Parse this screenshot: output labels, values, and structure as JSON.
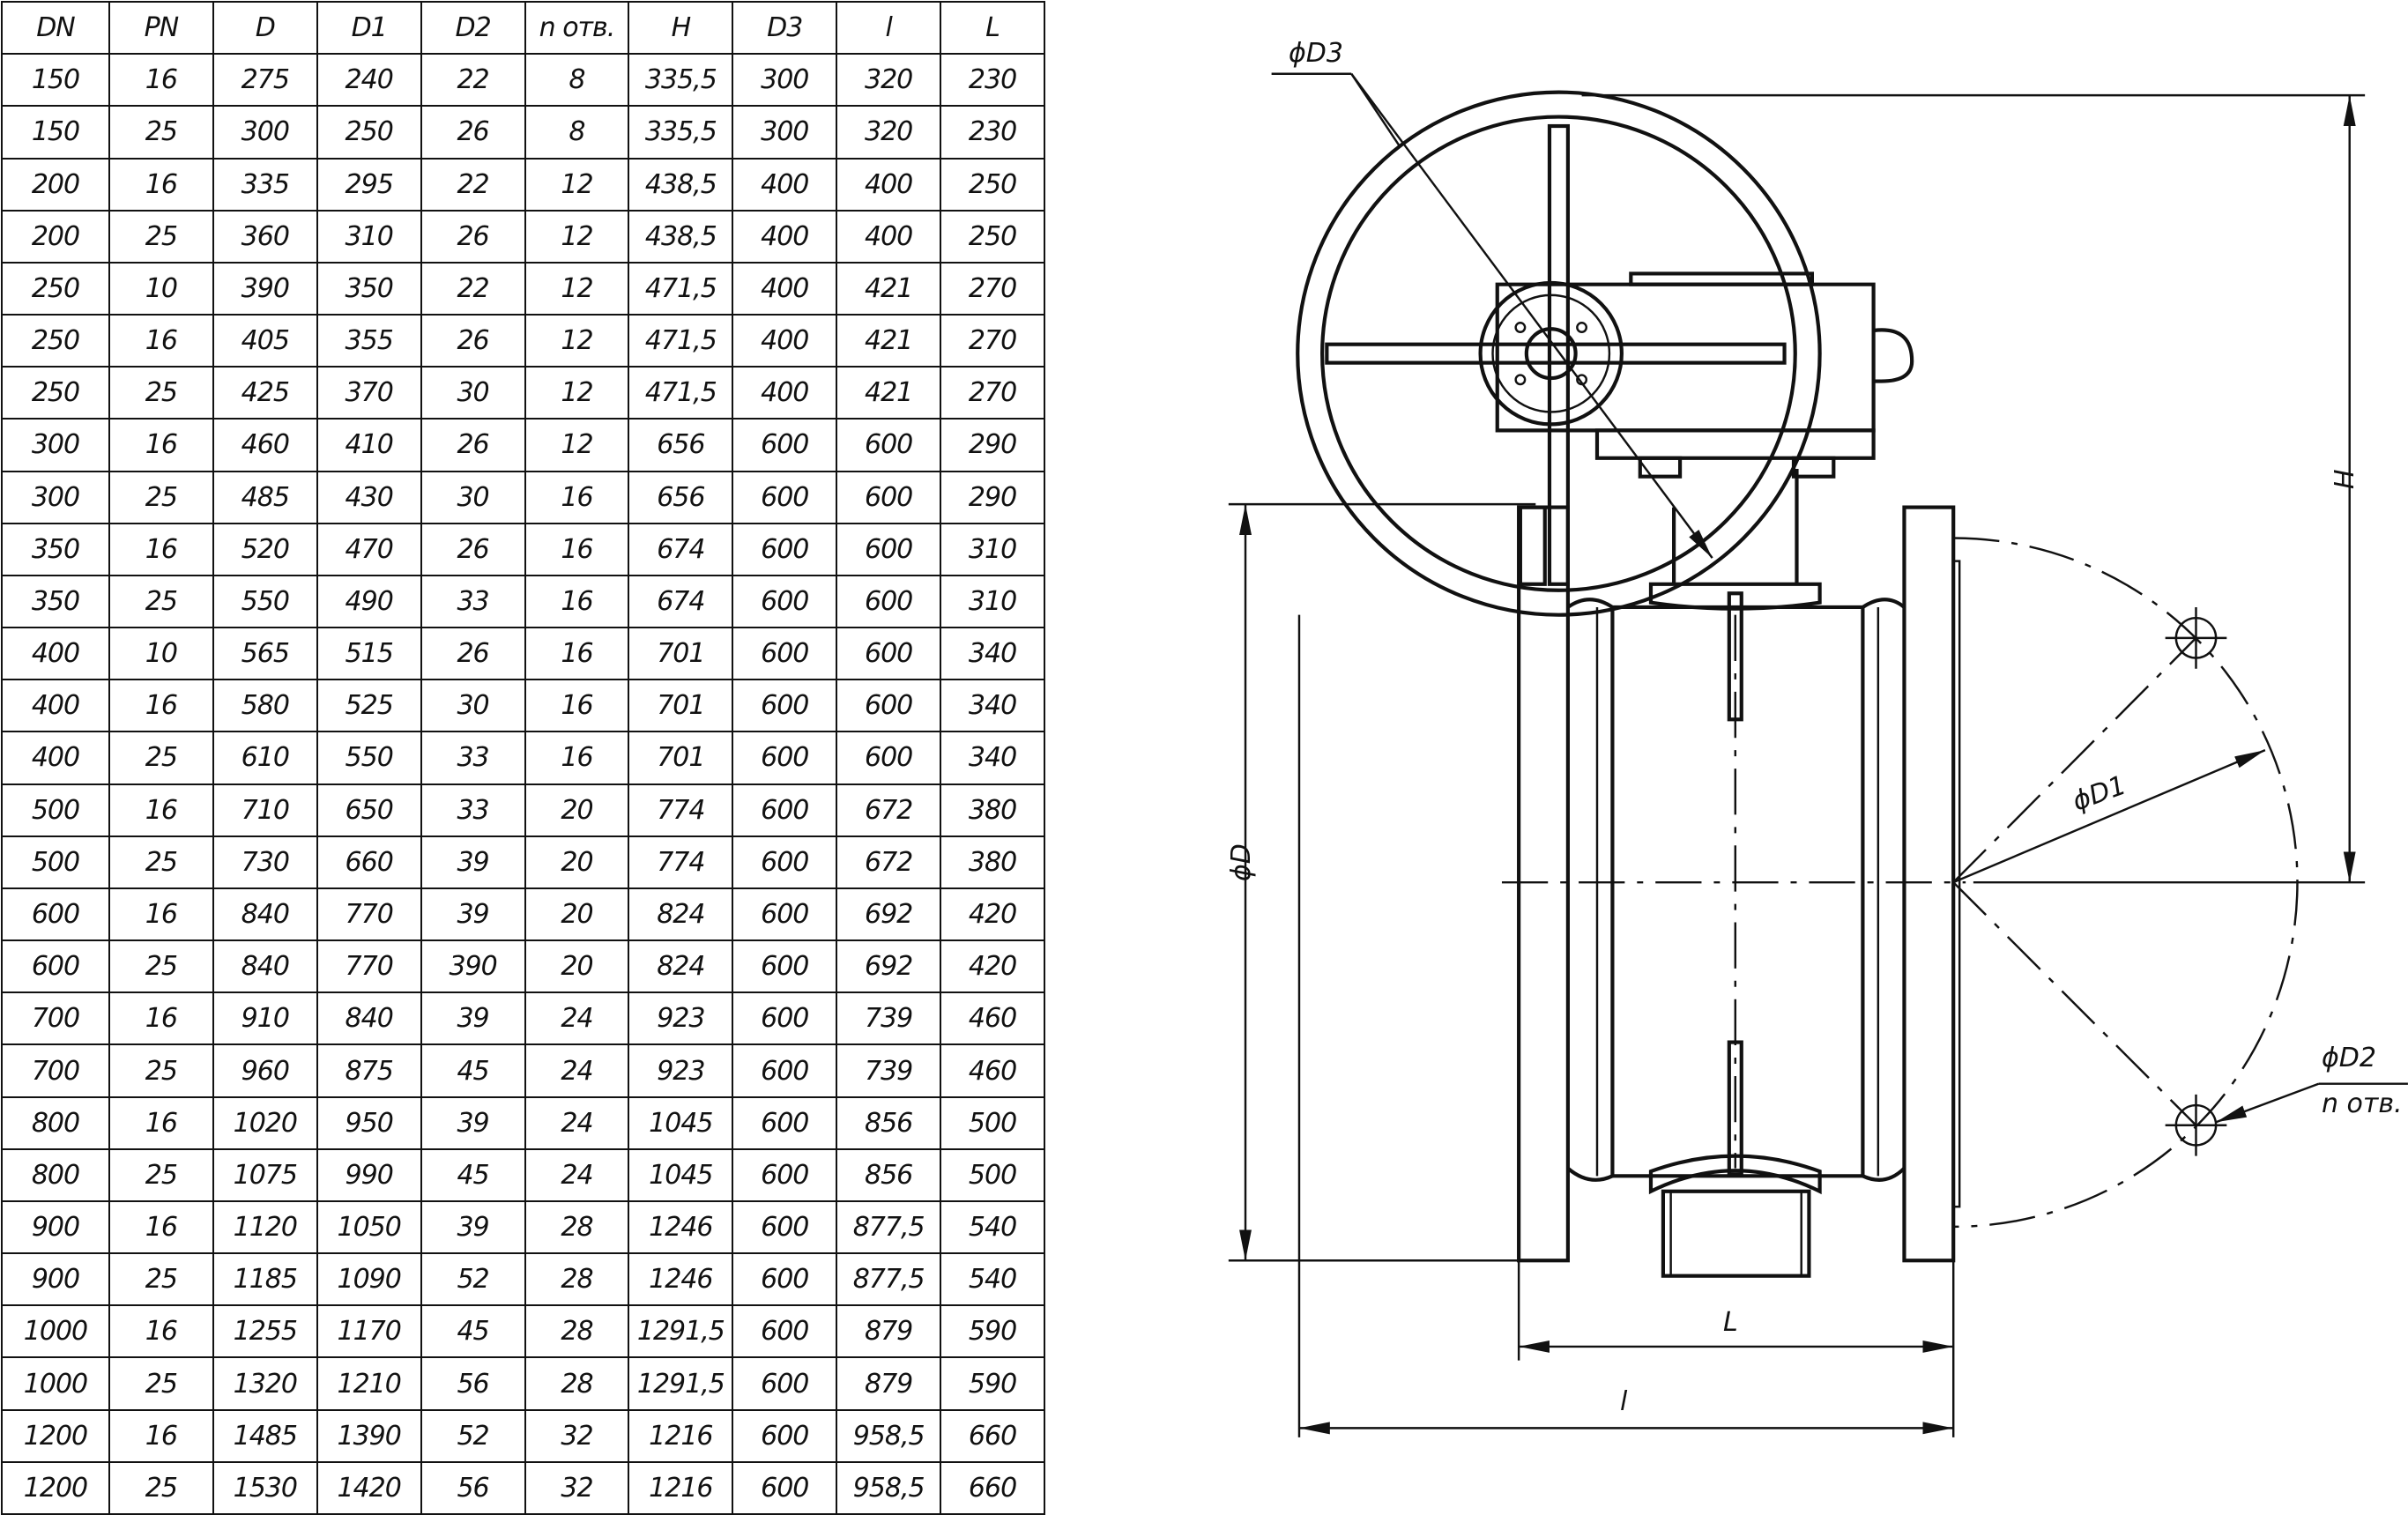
{
  "table": {
    "headers": [
      "DN",
      "PN",
      "D",
      "D1",
      "D2",
      "n отв.",
      "H",
      "D3",
      "l",
      "L"
    ],
    "rows": [
      [
        "150",
        "16",
        "275",
        "240",
        "22",
        "8",
        "335,5",
        "300",
        "320",
        "230"
      ],
      [
        "150",
        "25",
        "300",
        "250",
        "26",
        "8",
        "335,5",
        "300",
        "320",
        "230"
      ],
      [
        "200",
        "16",
        "335",
        "295",
        "22",
        "12",
        "438,5",
        "400",
        "400",
        "250"
      ],
      [
        "200",
        "25",
        "360",
        "310",
        "26",
        "12",
        "438,5",
        "400",
        "400",
        "250"
      ],
      [
        "250",
        "10",
        "390",
        "350",
        "22",
        "12",
        "471,5",
        "400",
        "421",
        "270"
      ],
      [
        "250",
        "16",
        "405",
        "355",
        "26",
        "12",
        "471,5",
        "400",
        "421",
        "270"
      ],
      [
        "250",
        "25",
        "425",
        "370",
        "30",
        "12",
        "471,5",
        "400",
        "421",
        "270"
      ],
      [
        "300",
        "16",
        "460",
        "410",
        "26",
        "12",
        "656",
        "600",
        "600",
        "290"
      ],
      [
        "300",
        "25",
        "485",
        "430",
        "30",
        "16",
        "656",
        "600",
        "600",
        "290"
      ],
      [
        "350",
        "16",
        "520",
        "470",
        "26",
        "16",
        "674",
        "600",
        "600",
        "310"
      ],
      [
        "350",
        "25",
        "550",
        "490",
        "33",
        "16",
        "674",
        "600",
        "600",
        "310"
      ],
      [
        "400",
        "10",
        "565",
        "515",
        "26",
        "16",
        "701",
        "600",
        "600",
        "340"
      ],
      [
        "400",
        "16",
        "580",
        "525",
        "30",
        "16",
        "701",
        "600",
        "600",
        "340"
      ],
      [
        "400",
        "25",
        "610",
        "550",
        "33",
        "16",
        "701",
        "600",
        "600",
        "340"
      ],
      [
        "500",
        "16",
        "710",
        "650",
        "33",
        "20",
        "774",
        "600",
        "672",
        "380"
      ],
      [
        "500",
        "25",
        "730",
        "660",
        "39",
        "20",
        "774",
        "600",
        "672",
        "380"
      ],
      [
        "600",
        "16",
        "840",
        "770",
        "39",
        "20",
        "824",
        "600",
        "692",
        "420"
      ],
      [
        "600",
        "25",
        "840",
        "770",
        "390",
        "20",
        "824",
        "600",
        "692",
        "420"
      ],
      [
        "700",
        "16",
        "910",
        "840",
        "39",
        "24",
        "923",
        "600",
        "739",
        "460"
      ],
      [
        "700",
        "25",
        "960",
        "875",
        "45",
        "24",
        "923",
        "600",
        "739",
        "460"
      ],
      [
        "800",
        "16",
        "1020",
        "950",
        "39",
        "24",
        "1045",
        "600",
        "856",
        "500"
      ],
      [
        "800",
        "25",
        "1075",
        "990",
        "45",
        "24",
        "1045",
        "600",
        "856",
        "500"
      ],
      [
        "900",
        "16",
        "1120",
        "1050",
        "39",
        "28",
        "1246",
        "600",
        "877,5",
        "540"
      ],
      [
        "900",
        "25",
        "1185",
        "1090",
        "52",
        "28",
        "1246",
        "600",
        "877,5",
        "540"
      ],
      [
        "1000",
        "16",
        "1255",
        "1170",
        "45",
        "28",
        "1291,5",
        "600",
        "879",
        "590"
      ],
      [
        "1000",
        "25",
        "1320",
        "1210",
        "56",
        "28",
        "1291,5",
        "600",
        "879",
        "590"
      ],
      [
        "1200",
        "16",
        "1485",
        "1390",
        "52",
        "32",
        "1216",
        "600",
        "958,5",
        "660"
      ],
      [
        "1200",
        "25",
        "1530",
        "1420",
        "56",
        "32",
        "1216",
        "600",
        "958,5",
        "660"
      ]
    ]
  },
  "drawing": {
    "labels": {
      "d3": "ϕD3",
      "h": "H",
      "d": "ϕD",
      "d1": "ϕD1",
      "d2": "ϕD2",
      "n_holes": "n отв.",
      "len_body": "L",
      "len_total": "l"
    }
  }
}
